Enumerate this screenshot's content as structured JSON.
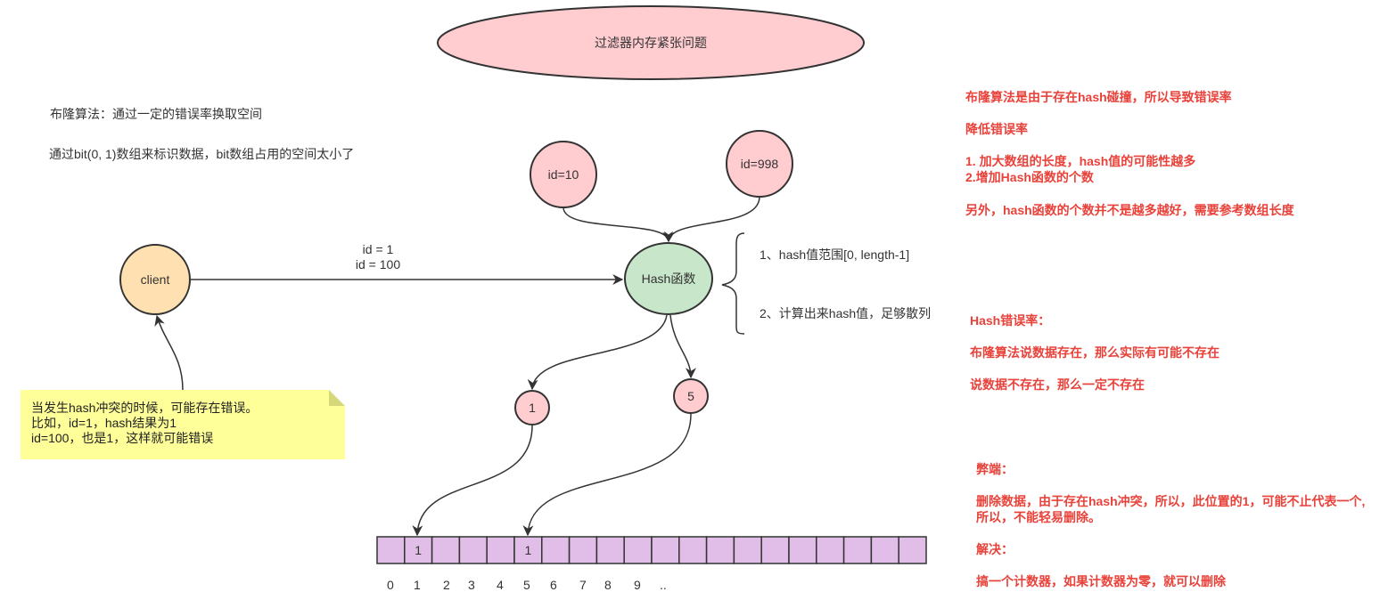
{
  "title": "过滤器内存紧张问题",
  "left_text": {
    "line1": "布隆算法：通过一定的错误率换取空间",
    "line2": "通过bit(0, 1)数组来标识数据，bit数组占用的空间太小了"
  },
  "nodes": {
    "client": "client",
    "hash": "Hash函数",
    "id10": "id=10",
    "id998": "id=998",
    "r1": "1",
    "r5": "5"
  },
  "edge_label": {
    "line1": "id = 1",
    "line2": "id = 100"
  },
  "brace_notes": {
    "item1": "1、hash值范围[0, length-1]",
    "item2": "2、计算出来hash值，足够散列"
  },
  "sticky": {
    "line1": "当发生hash冲突的时候，可能存在错误。",
    "line2": "比如，id=1，hash结果为1",
    "line3": "id=100，也是1，这样就可能错误"
  },
  "bit_array": {
    "cells": [
      "",
      "1",
      "",
      "",
      "",
      "1",
      "",
      "",
      "",
      "",
      "",
      "",
      "",
      "",
      "",
      "",
      "",
      "",
      "",
      ""
    ],
    "indices": [
      "0",
      "1",
      "2",
      "3",
      "4",
      "5",
      "6",
      "7",
      "8",
      "9",
      ".."
    ]
  },
  "right_notes": {
    "r1": "布隆算法是由于存在hash碰撞，所以导致错误率",
    "r2": "降低错误率",
    "r3": "1. 加大数组的长度，hash值的可能性越多",
    "r4": "2.增加Hash函数的个数",
    "r5": "另外，hash函数的个数并不是越多越好，需要参考数组长度",
    "r6": "Hash错误率：",
    "r7": "布隆算法说数据存在，那么实际有可能不存在",
    "r8": "说数据不存在，那么一定不存在",
    "r9": "弊端：",
    "r10": "删除数据，由于存在hash冲突，所以，此位置的1，可能不止代表一个,",
    "r11": "所以，不能轻易删除。",
    "r12": "解决：",
    "r13": "搞一个计数器，如果计数器为零，就可以删除"
  },
  "colors": {
    "title_fill": "#ffccd0",
    "client_fill": "#ffe0b0",
    "hash_fill": "#c8e6c9",
    "id_fill": "#ffccd0",
    "cell_fill": "#e1bee7",
    "note_fill": "#ffff99",
    "accent_red": "#e8423a"
  }
}
